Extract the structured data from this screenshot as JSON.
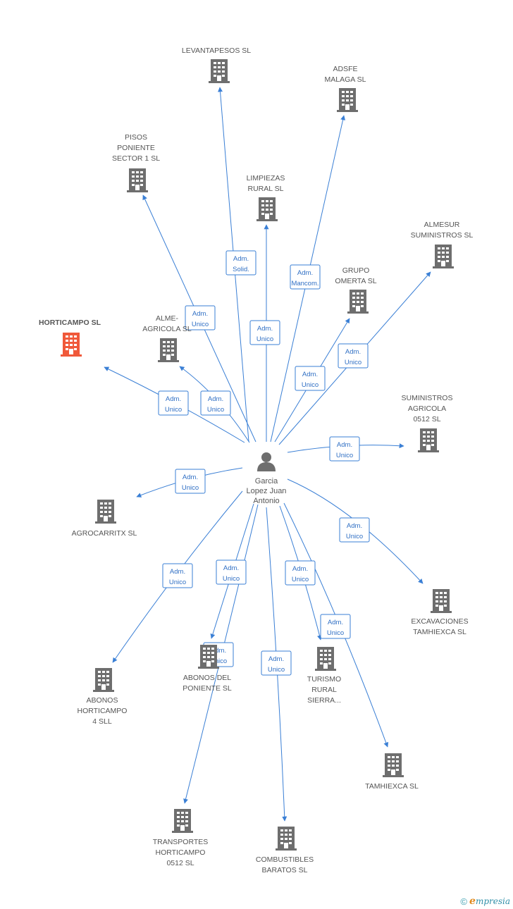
{
  "center": {
    "name_lines": [
      "Garcia",
      "Lopez Juan",
      "Antonio"
    ],
    "icon": "person-icon"
  },
  "colors": {
    "edge": "#3a7fd5",
    "company_icon": "#6e6e6e",
    "focus_icon": "#f0593a",
    "text": "#555555"
  },
  "companies": [
    {
      "id": "levantapesos",
      "lines": [
        "LEVANTAPESOS SL"
      ],
      "role": [
        "Adm.",
        "Solid."
      ],
      "focus": false
    },
    {
      "id": "adsfe",
      "lines": [
        "ADSFE",
        "MALAGA SL"
      ],
      "role": [
        "Adm.",
        "Mancom."
      ],
      "focus": false
    },
    {
      "id": "pisos",
      "lines": [
        "PISOS",
        "PONIENTE",
        "SECTOR 1 SL"
      ],
      "role": [
        "Adm.",
        "Unico"
      ],
      "focus": false
    },
    {
      "id": "limpiezas",
      "lines": [
        "LIMPIEZAS",
        "RURAL SL"
      ],
      "role": [
        "Adm.",
        "Unico"
      ],
      "focus": false
    },
    {
      "id": "almesur",
      "lines": [
        "ALMESUR",
        "SUMINISTROS SL"
      ],
      "role": [
        "Adm.",
        "Unico"
      ],
      "focus": false
    },
    {
      "id": "grupo",
      "lines": [
        "GRUPO",
        "OMERTA SL"
      ],
      "role": [
        "Adm.",
        "Unico"
      ],
      "focus": false
    },
    {
      "id": "horticampo",
      "lines": [
        "HORTICAMPO SL"
      ],
      "role": [
        "Adm.",
        "Unico"
      ],
      "focus": true
    },
    {
      "id": "alme",
      "lines": [
        "ALME-",
        "AGRICOLA SL"
      ],
      "role": [
        "Adm.",
        "Unico"
      ],
      "focus": false
    },
    {
      "id": "suministros",
      "lines": [
        "SUMINISTROS",
        "AGRICOLA",
        "0512 SL"
      ],
      "role": [
        "Adm.",
        "Unico"
      ],
      "focus": false
    },
    {
      "id": "agrocarritx",
      "lines": [
        "AGROCARRITX SL"
      ],
      "role": [
        "Adm.",
        "Unico"
      ],
      "focus": false
    },
    {
      "id": "excavaciones",
      "lines": [
        "EXCAVACIONES",
        "TAMHIEXCA SL"
      ],
      "role": [
        "Adm.",
        "Unico"
      ],
      "focus": false
    },
    {
      "id": "abonos4",
      "lines": [
        "ABONOS",
        "HORTICAMPO",
        "4 SLL"
      ],
      "role": [
        "Adm.",
        "Unico"
      ],
      "focus": false
    },
    {
      "id": "abonosponiente",
      "lines": [
        "ABONOS DEL",
        "PONIENTE SL"
      ],
      "role": [
        "Adm.",
        "Unico"
      ],
      "focus": false
    },
    {
      "id": "turismo",
      "lines": [
        "TURISMO",
        "RURAL",
        "SIERRA..."
      ],
      "role": [
        "Adm.",
        "Unico"
      ],
      "focus": false
    },
    {
      "id": "tamhiexca",
      "lines": [
        "TAMHIEXCA SL"
      ],
      "role": [
        "Adm.",
        "Unico"
      ],
      "focus": false
    },
    {
      "id": "transportes",
      "lines": [
        "TRANSPORTES",
        "HORTICAMPO",
        "0512 SL"
      ],
      "role": [
        "Adm.",
        "Unico"
      ],
      "focus": false
    },
    {
      "id": "combustibles",
      "lines": [
        "COMBUSTIBLES",
        "BARATOS SL"
      ],
      "role": [
        "Adm.",
        "Unico"
      ],
      "focus": false
    },
    {
      "id": "transportes_link",
      "lines": [],
      "role": [
        "Adm.",
        "Unico"
      ],
      "focus": false
    }
  ],
  "footer": {
    "copyright": "©",
    "brand_initial": "e",
    "brand_rest": "mpresia"
  }
}
